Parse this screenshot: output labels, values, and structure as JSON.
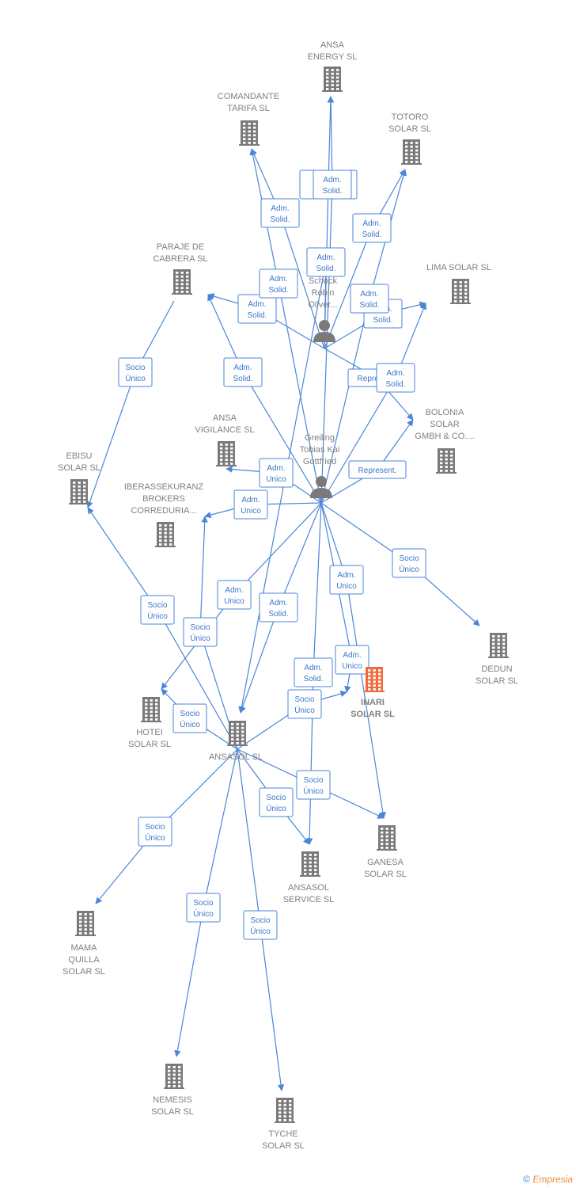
{
  "colors": {
    "edge": "#4a86d8",
    "company": "#7a7a7a",
    "focus_company": "#f26a3c",
    "person": "#7a7a7a"
  },
  "nodes": [
    {
      "id": "ansa_energy",
      "type": "company",
      "label": [
        "ANSA",
        "ENERGY SL"
      ]
    },
    {
      "id": "comandante",
      "type": "company",
      "label": [
        "COMANDANTE",
        "TARIFA  SL"
      ]
    },
    {
      "id": "totoro",
      "type": "company",
      "label": [
        "TOTORO",
        "SOLAR  SL"
      ]
    },
    {
      "id": "paraje",
      "type": "company",
      "label": [
        "PARAJE DE",
        "CABRERA SL"
      ]
    },
    {
      "id": "lima",
      "type": "company",
      "label": [
        "LIMA SOLAR SL"
      ]
    },
    {
      "id": "schock",
      "type": "person",
      "label": [
        "Schock",
        "Robin",
        "Oliver..."
      ]
    },
    {
      "id": "bolonia",
      "type": "company",
      "label": [
        "BOLONIA",
        "SOLAR",
        "GMBH & CO...."
      ]
    },
    {
      "id": "ansa_vigilance",
      "type": "company",
      "label": [
        "ANSA",
        "VIGILANCE  SL"
      ]
    },
    {
      "id": "ebisu",
      "type": "company",
      "label": [
        "EBISU",
        "SOLAR  SL"
      ]
    },
    {
      "id": "greiling",
      "type": "person",
      "label": [
        "Greiling",
        "Tobias Kai",
        "Gottfried"
      ]
    },
    {
      "id": "iberassekuranz",
      "type": "company",
      "label": [
        "IBERASSEKURANZ",
        "BROKERS",
        "CORREDURIA..."
      ]
    },
    {
      "id": "dedun",
      "type": "company",
      "label": [
        "DEDUN",
        "SOLAR  SL"
      ]
    },
    {
      "id": "inari",
      "type": "company",
      "focus": true,
      "label": [
        "INARI",
        "SOLAR  SL"
      ]
    },
    {
      "id": "hotei",
      "type": "company",
      "label": [
        "HOTEI",
        "SOLAR  SL"
      ]
    },
    {
      "id": "ansasol",
      "type": "company",
      "label": [
        "ANSASOL SL"
      ]
    },
    {
      "id": "ganesa",
      "type": "company",
      "label": [
        "GANESA",
        "SOLAR  SL"
      ]
    },
    {
      "id": "ansasol_service",
      "type": "company",
      "label": [
        "ANSASOL",
        "SERVICE  SL"
      ]
    },
    {
      "id": "mama_quilla",
      "type": "company",
      "label": [
        "MAMA",
        "QUILLA",
        "SOLAR  SL"
      ]
    },
    {
      "id": "nemesis",
      "type": "company",
      "label": [
        "NEMESIS",
        "SOLAR  SL"
      ]
    },
    {
      "id": "tyche",
      "type": "company",
      "label": [
        "TYCHE",
        "SOLAR  SL"
      ]
    }
  ],
  "edges": [
    {
      "from": "schock",
      "to": "ansa_energy",
      "label": [
        "Adm.",
        "Solid.,..."
      ]
    },
    {
      "from": "schock",
      "to": "comandante",
      "label": [
        "Adm.",
        "Solid."
      ]
    },
    {
      "from": "schock",
      "to": "totoro",
      "label": [
        "Adm.",
        "Solid."
      ]
    },
    {
      "from": "schock",
      "to": "paraje",
      "label": [
        "Adm.",
        "Solid."
      ]
    },
    {
      "from": "schock",
      "to": "lima",
      "label": [
        "Adm.",
        "Solid."
      ]
    },
    {
      "from": "schock",
      "to": "bolonia",
      "label": [
        "Represent."
      ]
    },
    {
      "from": "schock",
      "to": "ansasol",
      "label": [
        "Adm.",
        "Solid."
      ]
    },
    {
      "from": "greiling",
      "to": "ansa_energy",
      "label": [
        "Adm.",
        "Solid."
      ]
    },
    {
      "from": "greiling",
      "to": "comandante",
      "label": [
        "Adm.",
        "Solid."
      ]
    },
    {
      "from": "greiling",
      "to": "totoro",
      "label": [
        "Adm.",
        "Solid."
      ]
    },
    {
      "from": "greiling",
      "to": "paraje",
      "label": [
        "Adm.",
        "Solid."
      ]
    },
    {
      "from": "greiling",
      "to": "lima",
      "label": [
        "Adm.",
        "Solid."
      ]
    },
    {
      "from": "greiling",
      "to": "bolonia",
      "label": [
        "Represent."
      ]
    },
    {
      "from": "greiling",
      "to": "ansa_vigilance",
      "label": [
        "Adm.",
        "Unico"
      ]
    },
    {
      "from": "greiling",
      "to": "iberassekuranz",
      "label": [
        "Adm.",
        "Unico"
      ]
    },
    {
      "from": "greiling",
      "to": "dedun",
      "label": [
        "Socio",
        "Único"
      ]
    },
    {
      "from": "greiling",
      "to": "inari",
      "label": [
        "Adm.",
        "Unico"
      ]
    },
    {
      "from": "greiling",
      "to": "ganesa",
      "label": [
        "Adm.",
        "Unico"
      ]
    },
    {
      "from": "greiling",
      "to": "ansasol_service",
      "label": [
        "Adm.",
        "Solid."
      ]
    },
    {
      "from": "greiling",
      "to": "ansasol",
      "label": [
        "Adm.",
        "Solid."
      ]
    },
    {
      "from": "greiling",
      "to": "hotei",
      "label": [
        "Adm.",
        "Unico"
      ]
    },
    {
      "from": "paraje",
      "to": "ebisu",
      "label": [
        "Socio",
        "Único"
      ]
    },
    {
      "from": "ansasol",
      "to": "ebisu",
      "label": [
        "Socio",
        "Único"
      ]
    },
    {
      "from": "ansasol",
      "to": "iberassekuranz",
      "label": [
        "Socio",
        "Único"
      ]
    },
    {
      "from": "ansasol",
      "to": "inari",
      "label": [
        "Socio",
        "Único"
      ]
    },
    {
      "from": "ansasol",
      "to": "ganesa",
      "label": [
        "Socio",
        "Único"
      ]
    },
    {
      "from": "ansasol",
      "to": "ansasol_service",
      "label": [
        "Socio",
        "Único"
      ]
    },
    {
      "from": "ansasol",
      "to": "mama_quilla",
      "label": [
        "Socio",
        "Único"
      ]
    },
    {
      "from": "ansasol",
      "to": "nemesis",
      "label": [
        "Socio",
        "Único"
      ]
    },
    {
      "from": "ansasol",
      "to": "tyche",
      "label": [
        "Socio",
        "Único"
      ]
    },
    {
      "from": "ansasol",
      "to": "hotei",
      "label": [
        "Socio",
        "Único"
      ]
    }
  ],
  "footer": {
    "copyright": "©",
    "brand": "Empresia"
  }
}
